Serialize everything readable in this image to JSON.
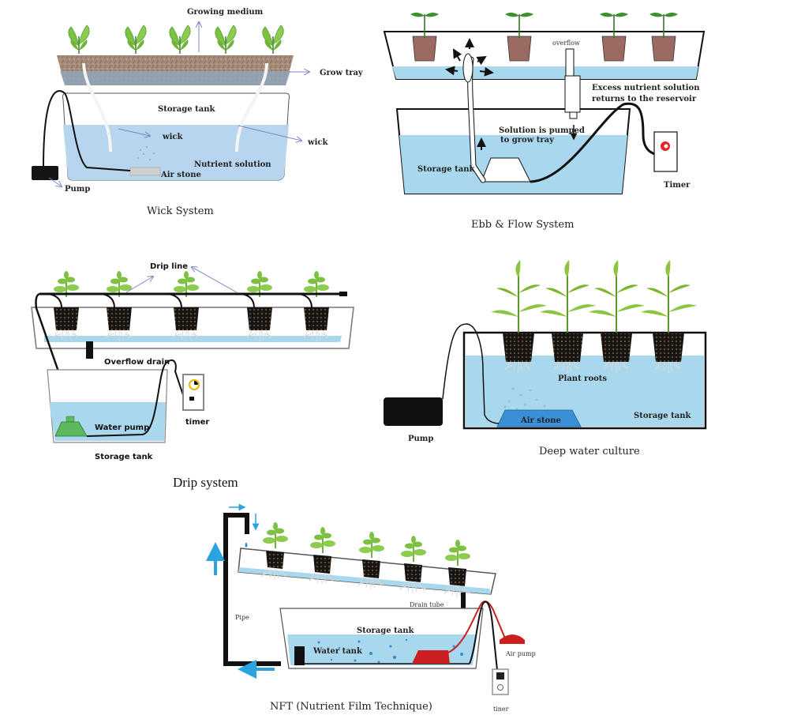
{
  "colors": {
    "water": "#a9d8ee",
    "water_light": "#bfe3f2",
    "wick_water": "#b7d5ee",
    "soil": "#a58b78",
    "leaf": "#7cc142",
    "leaf_dark": "#4e9a2a",
    "pot_brown": "#9b6a62",
    "pump_green": "#5cb85c",
    "airstone_blue": "#3a8fd6",
    "nft_red": "#cc1f1f",
    "flow_arrow": "#2aa4e0"
  },
  "wick_system": {
    "caption": "Wick System",
    "labels": {
      "growing_medium": "Growing medium",
      "grow_tray": "Grow tray",
      "storage_tank": "Storage tank",
      "wick_inner": "wick",
      "wick_outer": "wick",
      "nutrient_solution": "Nutrient solution",
      "air_stone": "Air stone",
      "pump": "Pump"
    }
  },
  "ebb_flow_system": {
    "caption": "Ebb & Flow System",
    "labels": {
      "overflow": "overflow",
      "excess_line1": "Excess nutrient solution",
      "excess_line2": "returns to the reservoir",
      "pumped_line1": "Solution is pumped",
      "pumped_line2": "to grow tray",
      "storage_tank": "Storage tank",
      "timer": "Timer"
    }
  },
  "drip_system": {
    "caption": "Drip system",
    "labels": {
      "drip_line": "Drip line",
      "overflow_drain": "Overflow drain",
      "water_pump": "Water pump",
      "timer": "timer",
      "storage_tank": "Storage tank"
    }
  },
  "deep_water_culture": {
    "caption": "Deep water culture",
    "labels": {
      "plant_roots": "Plant roots",
      "air_stone": "Air stone",
      "storage_tank": "Storage tank",
      "pump": "Pump"
    }
  },
  "nft_system": {
    "caption": "NFT (Nutrient Film Technique)",
    "labels": {
      "pipe": "Pipe",
      "drain_tube": "Drain tube",
      "storage_tank": "Storage tank",
      "water_tank": "Water tank",
      "air_pump": "Air pump",
      "timer": "tiner"
    }
  }
}
